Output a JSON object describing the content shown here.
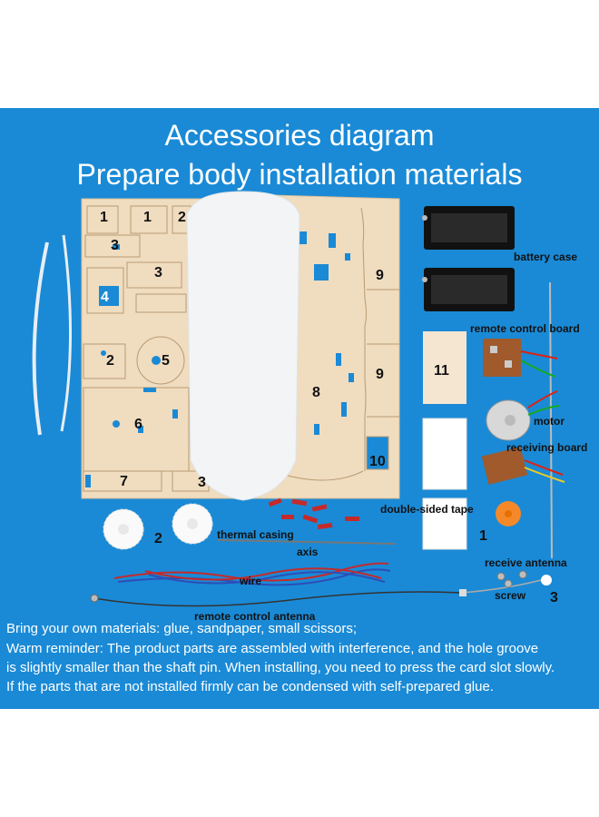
{
  "title_line1": "Accessories diagram",
  "title_line2": "Prepare body installation materials",
  "colors": {
    "background": "#1a8ad6",
    "wood": "#f0dcbf",
    "foam": "#f2f4f6"
  },
  "board_numbers": [
    "1",
    "1",
    "2",
    "3",
    "3",
    "4",
    "2",
    "5",
    "6",
    "7",
    "3",
    "8",
    "9",
    "9",
    "10",
    "11"
  ],
  "labels": {
    "battery_case": "battery case",
    "remote_control_board": "remote control board",
    "motor": "motor",
    "receiving_board": "receiving board",
    "double_sided_tape": "double-sided tape",
    "thermal_casing": "thermal casing",
    "axis": "axis",
    "wire": "wire",
    "receive_antenna": "receive antenna",
    "screw": "screw",
    "remote_control_antenna": "remote control antenna",
    "gear_number": "2",
    "orange_gear_number": "1",
    "white_part_number": "3"
  },
  "notes": [
    "Bring your own materials: glue, sandpaper, small scissors;",
    "Warm reminder: The product parts are assembled with interference, and the hole groove",
    "is slightly smaller than the shaft pin. When installing, you need to press the card slot slowly.",
    "If the parts that are not installed firmly can be condensed with self-prepared glue."
  ]
}
